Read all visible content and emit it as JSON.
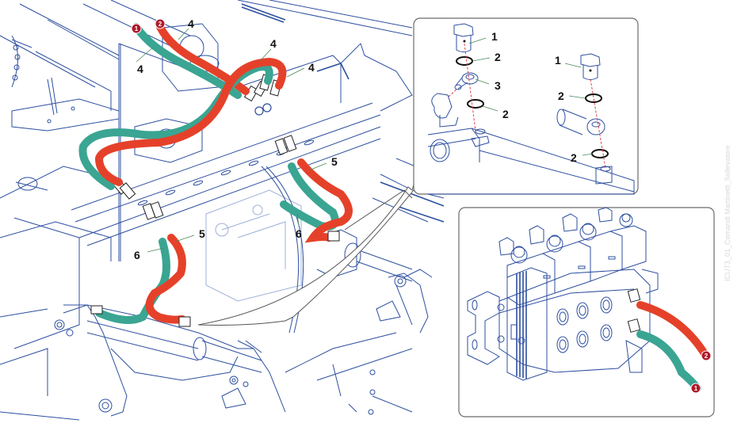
{
  "figure_id": "ICUT3_01_Comandi Martinetti_Sollevatore",
  "colors": {
    "hose_1": "#3aa592",
    "hose_2": "#e5412a",
    "badge": "#b0182a",
    "line_art": "#2d4fa0",
    "panel_border": "#6b6b6b"
  },
  "hose_badges": {
    "hose_1": "1",
    "hose_2": "2"
  },
  "main_view": {
    "labels": {
      "hose_4_top_left": "4",
      "hose_4_top_middle": "4",
      "hose_4_top_right_a": "4",
      "hose_4_top_right_b": "4",
      "hose_5_right": "5",
      "hose_5_left": "5",
      "hose_6_right": "6",
      "hose_6_left": "6"
    }
  },
  "detail_cylinder": {
    "left_group": {
      "bolt": "1",
      "washer_top": "2",
      "banjo": "3",
      "washer_bottom": "2"
    },
    "right_group": {
      "bolt": "1",
      "washer_top": "2",
      "washer_bottom": "2"
    }
  },
  "detail_valve": {
    "badge_red": "2",
    "badge_green": "1"
  }
}
